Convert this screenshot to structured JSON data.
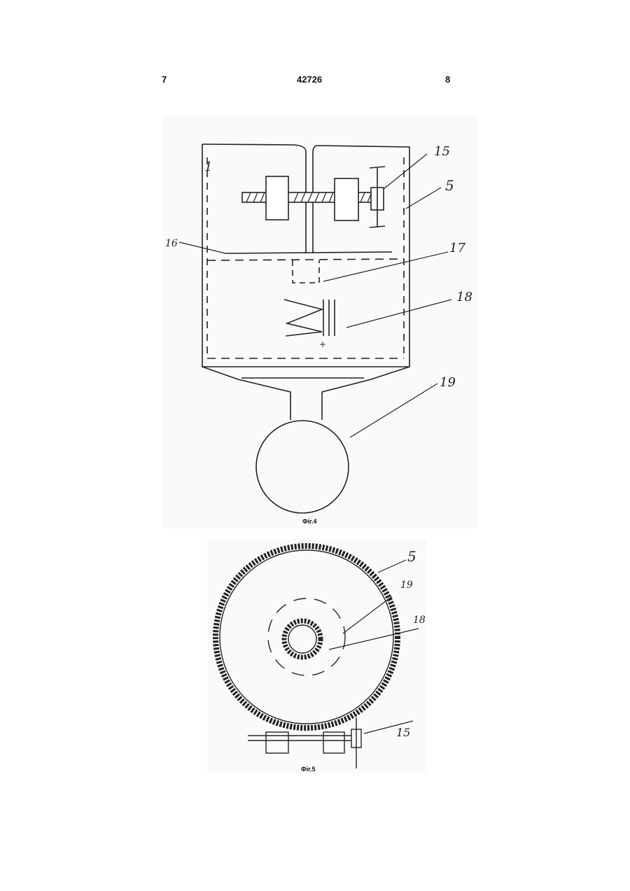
{
  "header": {
    "page_left": "7",
    "patent_number": "42726",
    "page_right": "8"
  },
  "figure4": {
    "caption": "Фіг.4",
    "labels": {
      "l1": "1",
      "l15": "15",
      "l5": "5",
      "l16": "16",
      "l17": "17",
      "l18": "18",
      "l19": "19",
      "plus": "+"
    }
  },
  "figure5": {
    "caption": "Фіг.5",
    "labels": {
      "l5": "5",
      "l19": "19",
      "l18": "18",
      "l15": "15"
    }
  }
}
